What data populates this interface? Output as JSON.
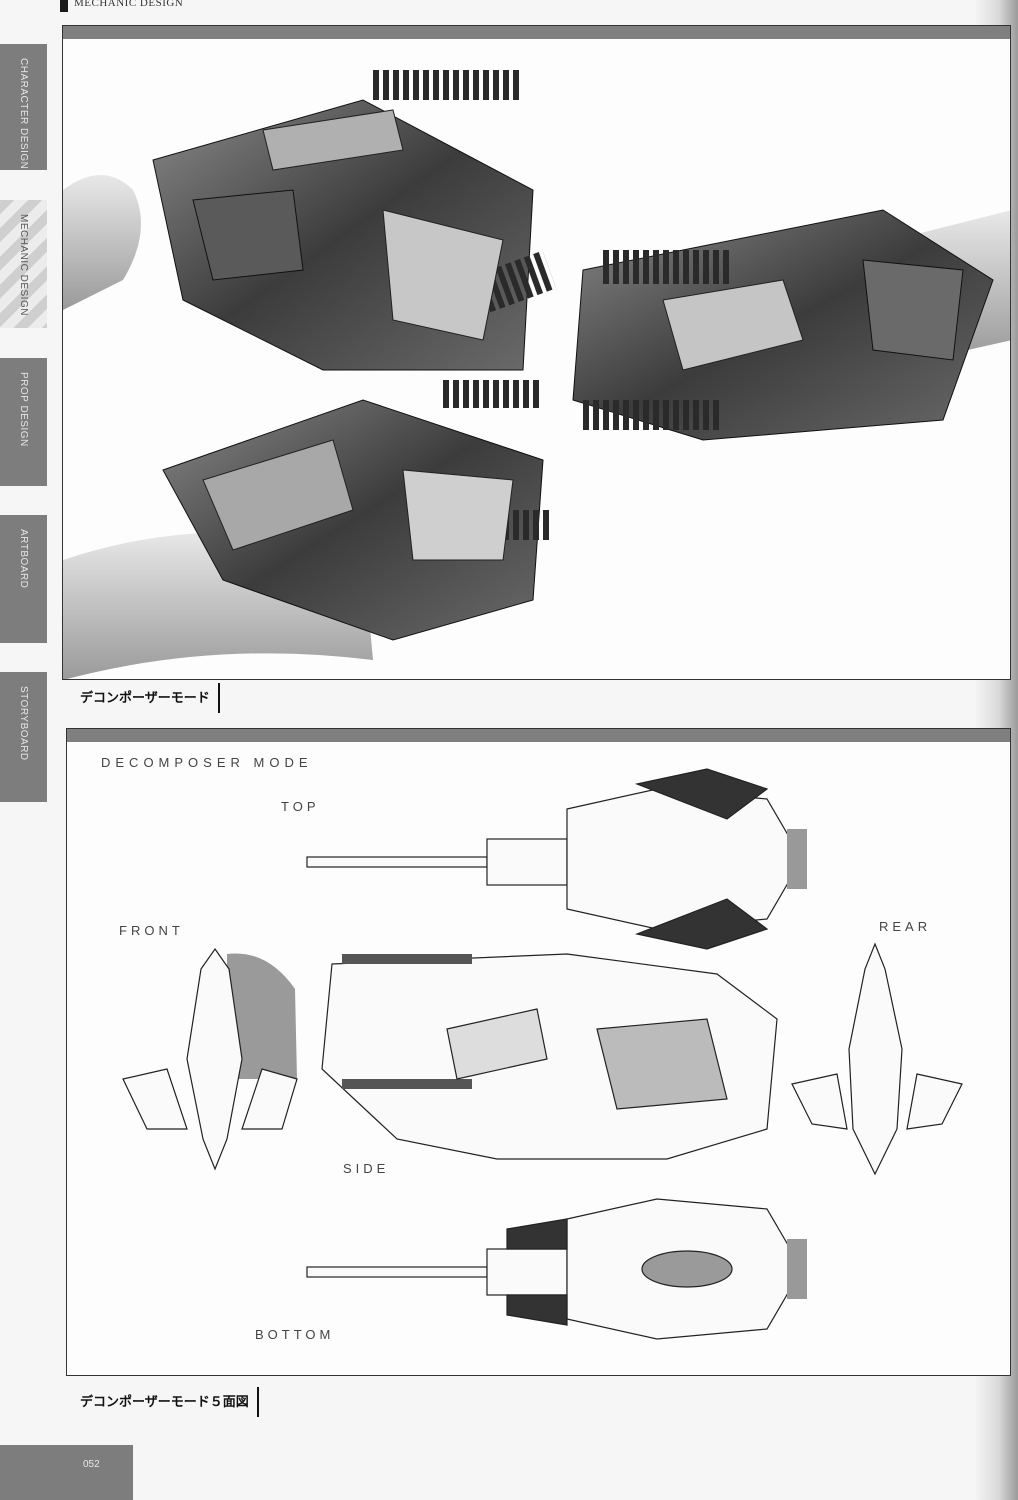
{
  "header": {
    "section": "MECHANIC DESIGN"
  },
  "tabs": [
    {
      "label": "CHARACTER DESIGN",
      "active": false
    },
    {
      "label": "MECHANIC DESIGN",
      "active": true
    },
    {
      "label": "PROP DESIGN",
      "active": false
    },
    {
      "label": "ARTBOARD",
      "active": false
    },
    {
      "label": "STORYBOARD",
      "active": false
    }
  ],
  "top_panel": {
    "caption": "デコンポーザーモード"
  },
  "bottom_panel": {
    "title": "DECOMPOSER MODE",
    "views": {
      "top": "TOP",
      "front": "FRONT",
      "rear": "REAR",
      "side": "SIDE",
      "bottom": "BOTTOM"
    },
    "caption": "デコンポーザーモード５面図"
  },
  "page_number": "052",
  "colors": {
    "tab": "#7d7d7d",
    "bar": "#7f7f7f",
    "ink": "#222222"
  }
}
